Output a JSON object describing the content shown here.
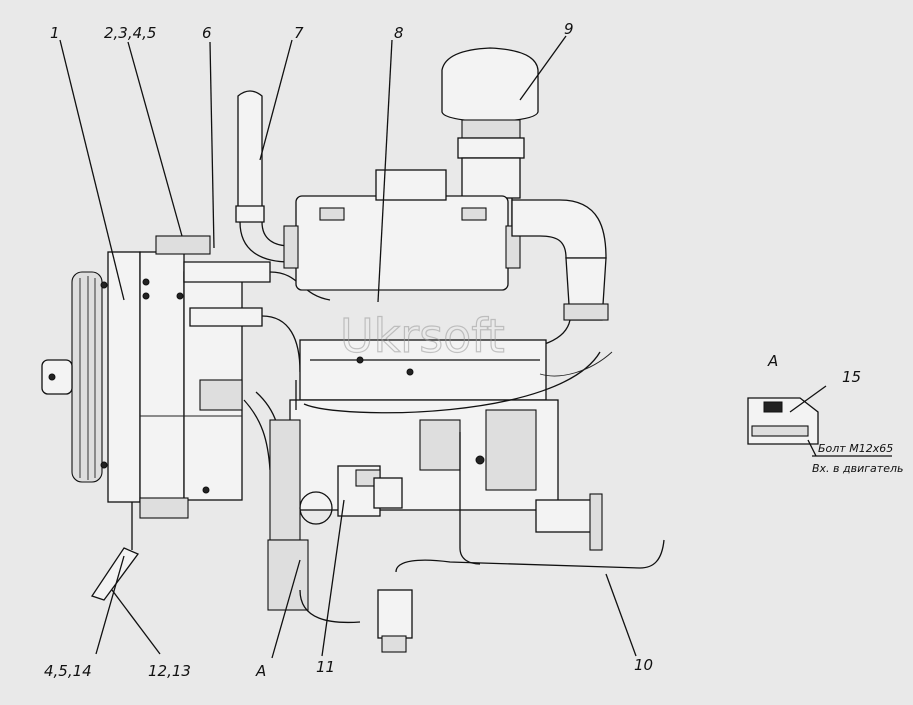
{
  "callouts": [
    {
      "id": "c1",
      "text": "1"
    },
    {
      "id": "c2",
      "text": "2,3,4,5"
    },
    {
      "id": "c6",
      "text": "6"
    },
    {
      "id": "c7",
      "text": "7"
    },
    {
      "id": "c8",
      "text": "8"
    },
    {
      "id": "c9",
      "text": "9"
    },
    {
      "id": "c15",
      "text": "15"
    },
    {
      "id": "cA1",
      "text": "A"
    },
    {
      "id": "cA2",
      "text": "A"
    },
    {
      "id": "c4514",
      "text": "4,5,14"
    },
    {
      "id": "c1213",
      "text": "12,13"
    },
    {
      "id": "c11",
      "text": "11"
    },
    {
      "id": "c10",
      "text": "10"
    }
  ],
  "detail": {
    "bolt": "Болт М12х65",
    "entry": "Вх. в двигатель"
  },
  "watermark": "Ukrsoft",
  "colors": {
    "background": "#e9e9e9",
    "ink": "#111111"
  }
}
